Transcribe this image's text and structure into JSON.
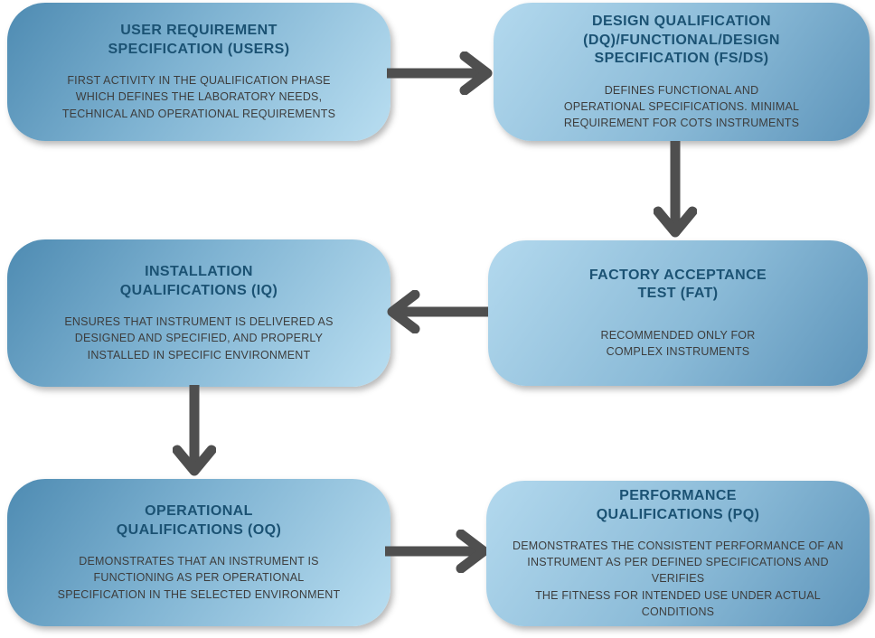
{
  "diagram": {
    "background_color": "#ffffff",
    "arrow_color": "#4f4f4f",
    "title_color": "#1b5273",
    "body_color": "#3d3d3d",
    "box_gradient_dark": "#4e8bb2",
    "box_gradient_light": "#b9def1",
    "boxes": [
      {
        "id": "urs",
        "title": "USER REQUIREMENT\nSPECIFICATION (USERS)",
        "body": "FIRST ACTIVITY IN THE QUALIFICATION PHASE\nWHICH DEFINES THE LABORATORY NEEDS,\nTECHNICAL AND OPERATIONAL REQUIREMENTS"
      },
      {
        "id": "dq",
        "title": "DESIGN QUALIFICATION\n(DQ)/FUNCTIONAL/DESIGN\nSPECIFICATION (FS/DS)",
        "body": "DEFINES FUNCTIONAL AND\nOPERATIONAL SPECIFICATIONS. MINIMAL\nREQUIREMENT FOR COTS INSTRUMENTS"
      },
      {
        "id": "iq",
        "title": "INSTALLATION\nQUALIFICATIONS (IQ)",
        "body": "ENSURES THAT INSTRUMENT IS DELIVERED AS\nDESIGNED AND SPECIFIED, AND PROPERLY\nINSTALLED IN SPECIFIC ENVIRONMENT"
      },
      {
        "id": "fat",
        "title": "FACTORY ACCEPTANCE\nTEST (FAT)",
        "body": "RECOMMENDED ONLY FOR\nCOMPLEX INSTRUMENTS"
      },
      {
        "id": "oq",
        "title": "OPERATIONAL\nQUALIFICATIONS (OQ)",
        "body": "DEMONSTRATES THAT AN INSTRUMENT IS\nFUNCTIONING AS PER OPERATIONAL\nSPECIFICATION IN THE SELECTED ENVIRONMENT"
      },
      {
        "id": "pq",
        "title": "PERFORMANCE\nQUALIFICATIONS (PQ)",
        "body": "DEMONSTRATES THE CONSISTENT PERFORMANCE OF AN\nINSTRUMENT AS PER DEFINED SPECIFICATIONS AND VERIFIES\nTHE FITNESS FOR INTENDED USE UNDER ACTUAL CONDITIONS"
      }
    ],
    "flow": [
      {
        "from": "USER REQUIREMENT SPECIFICATION (USERS)",
        "to": "DESIGN QUALIFICATION (DQ)/FUNCTIONAL/DESIGN SPECIFICATION (FS/DS)",
        "direction": "right"
      },
      {
        "from": "DESIGN QUALIFICATION (DQ)/FUNCTIONAL/DESIGN SPECIFICATION (FS/DS)",
        "to": "FACTORY ACCEPTANCE TEST (FAT)",
        "direction": "down"
      },
      {
        "from": "FACTORY ACCEPTANCE TEST (FAT)",
        "to": "INSTALLATION QUALIFICATIONS (IQ)",
        "direction": "left"
      },
      {
        "from": "INSTALLATION QUALIFICATIONS (IQ)",
        "to": "OPERATIONAL QUALIFICATIONS (OQ)",
        "direction": "down"
      },
      {
        "from": "OPERATIONAL QUALIFICATIONS (OQ)",
        "to": "PERFORMANCE QUALIFICATIONS (PQ)",
        "direction": "right"
      }
    ]
  }
}
